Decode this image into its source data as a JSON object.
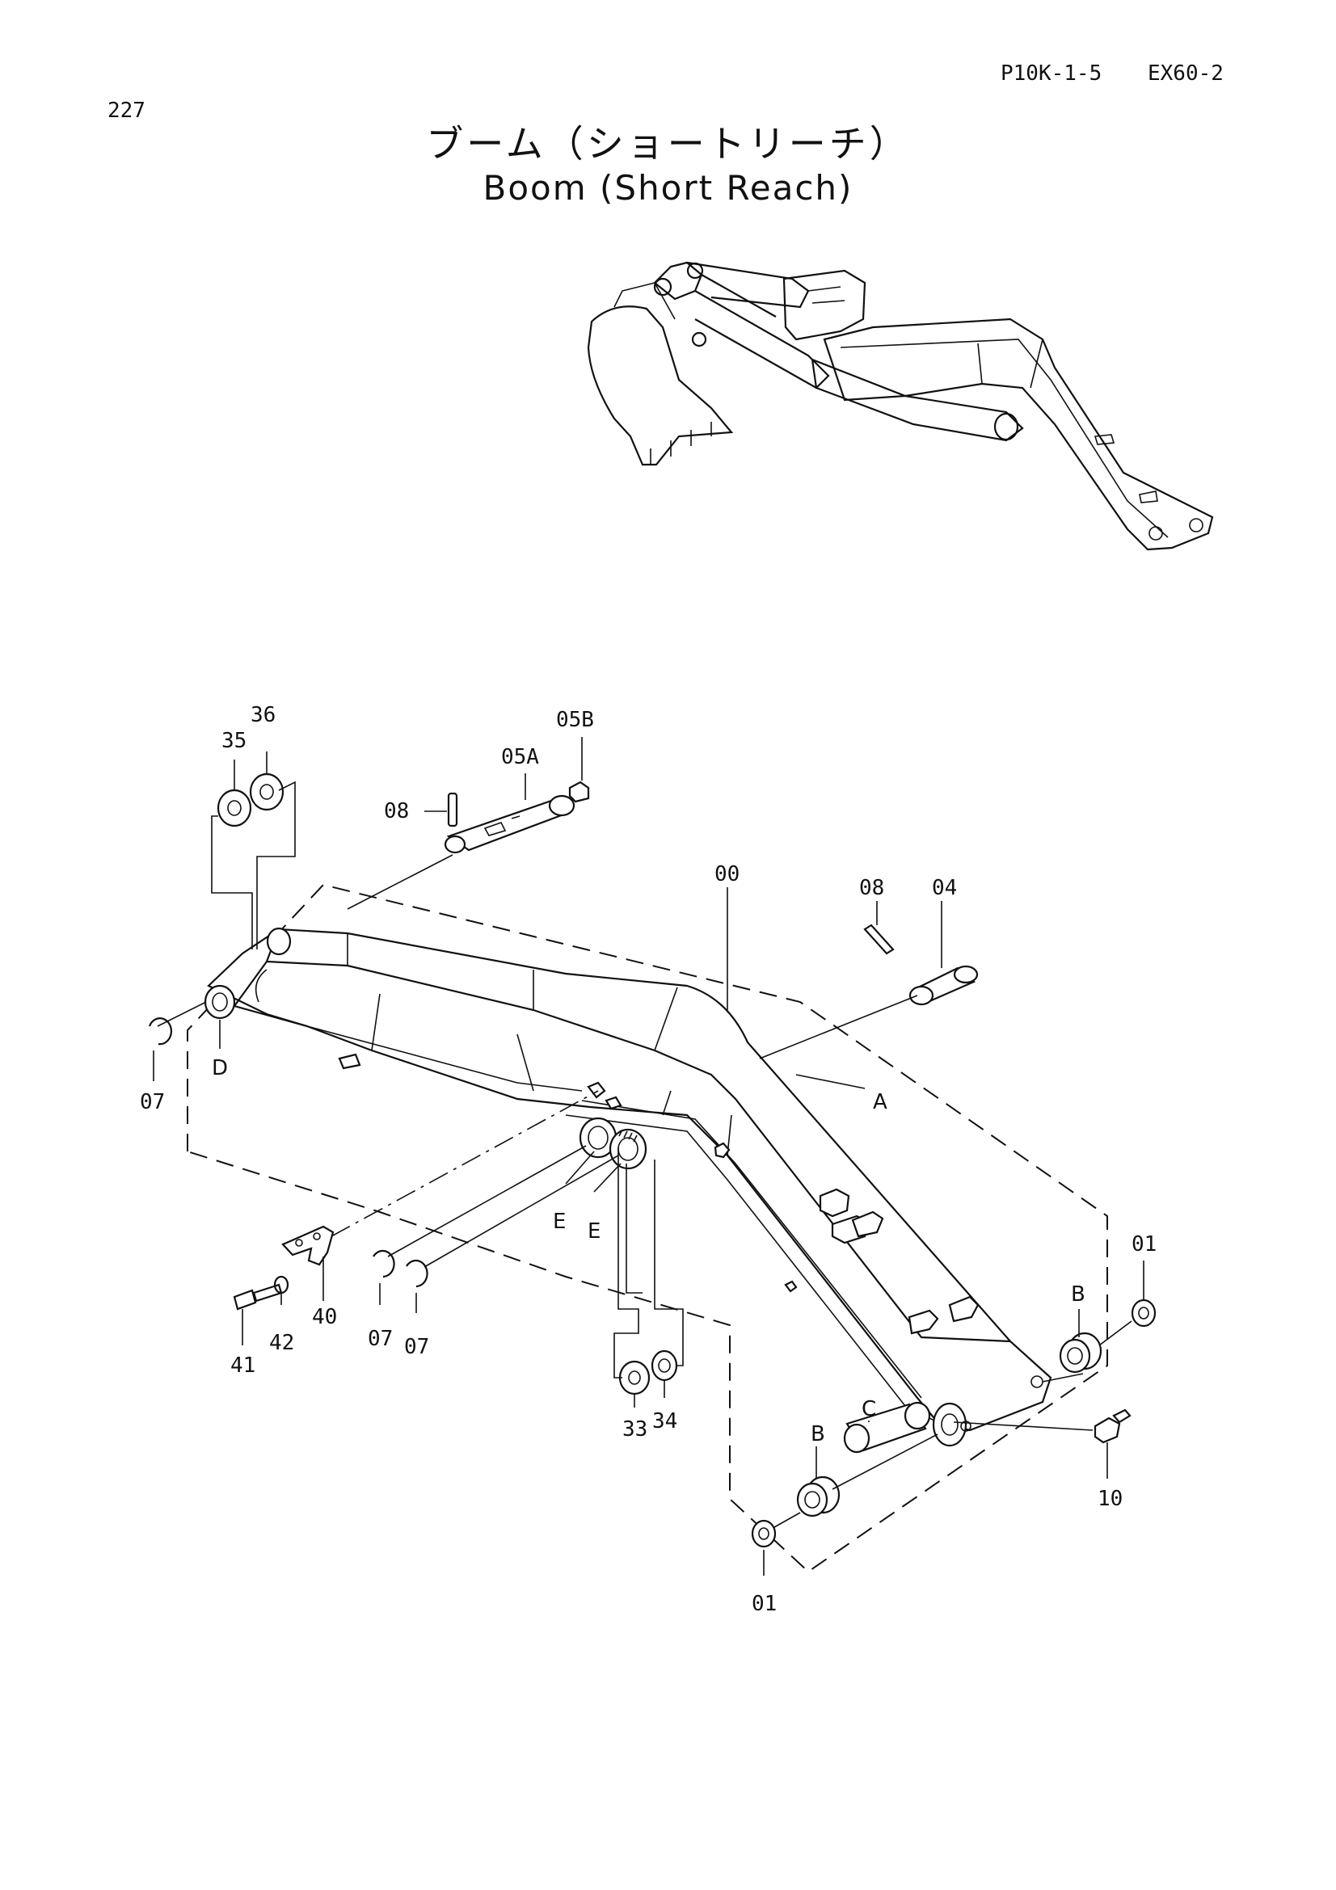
{
  "header": {
    "page_number": "227",
    "doc_code": "P10K-1-5",
    "model": "EX60-2"
  },
  "title": {
    "japanese": "ブーム（ショートリーチ）",
    "english": "Boom (Short Reach)"
  },
  "callouts": {
    "c00": "00",
    "c04": "04",
    "c05A": "05A",
    "c05B": "05B",
    "c08a": "08",
    "c08b": "08",
    "c35": "35",
    "c36": "36",
    "c07a": "07",
    "c07b": "07",
    "c07c": "07",
    "cD": "D",
    "cA": "A",
    "cEa": "E",
    "cEb": "E",
    "c40": "40",
    "c41": "41",
    "c42": "42",
    "c33": "33",
    "c34": "34",
    "c01a": "01",
    "c01b": "01",
    "cBa": "B",
    "cBb": "B",
    "cC": "C",
    "c10": "10"
  }
}
